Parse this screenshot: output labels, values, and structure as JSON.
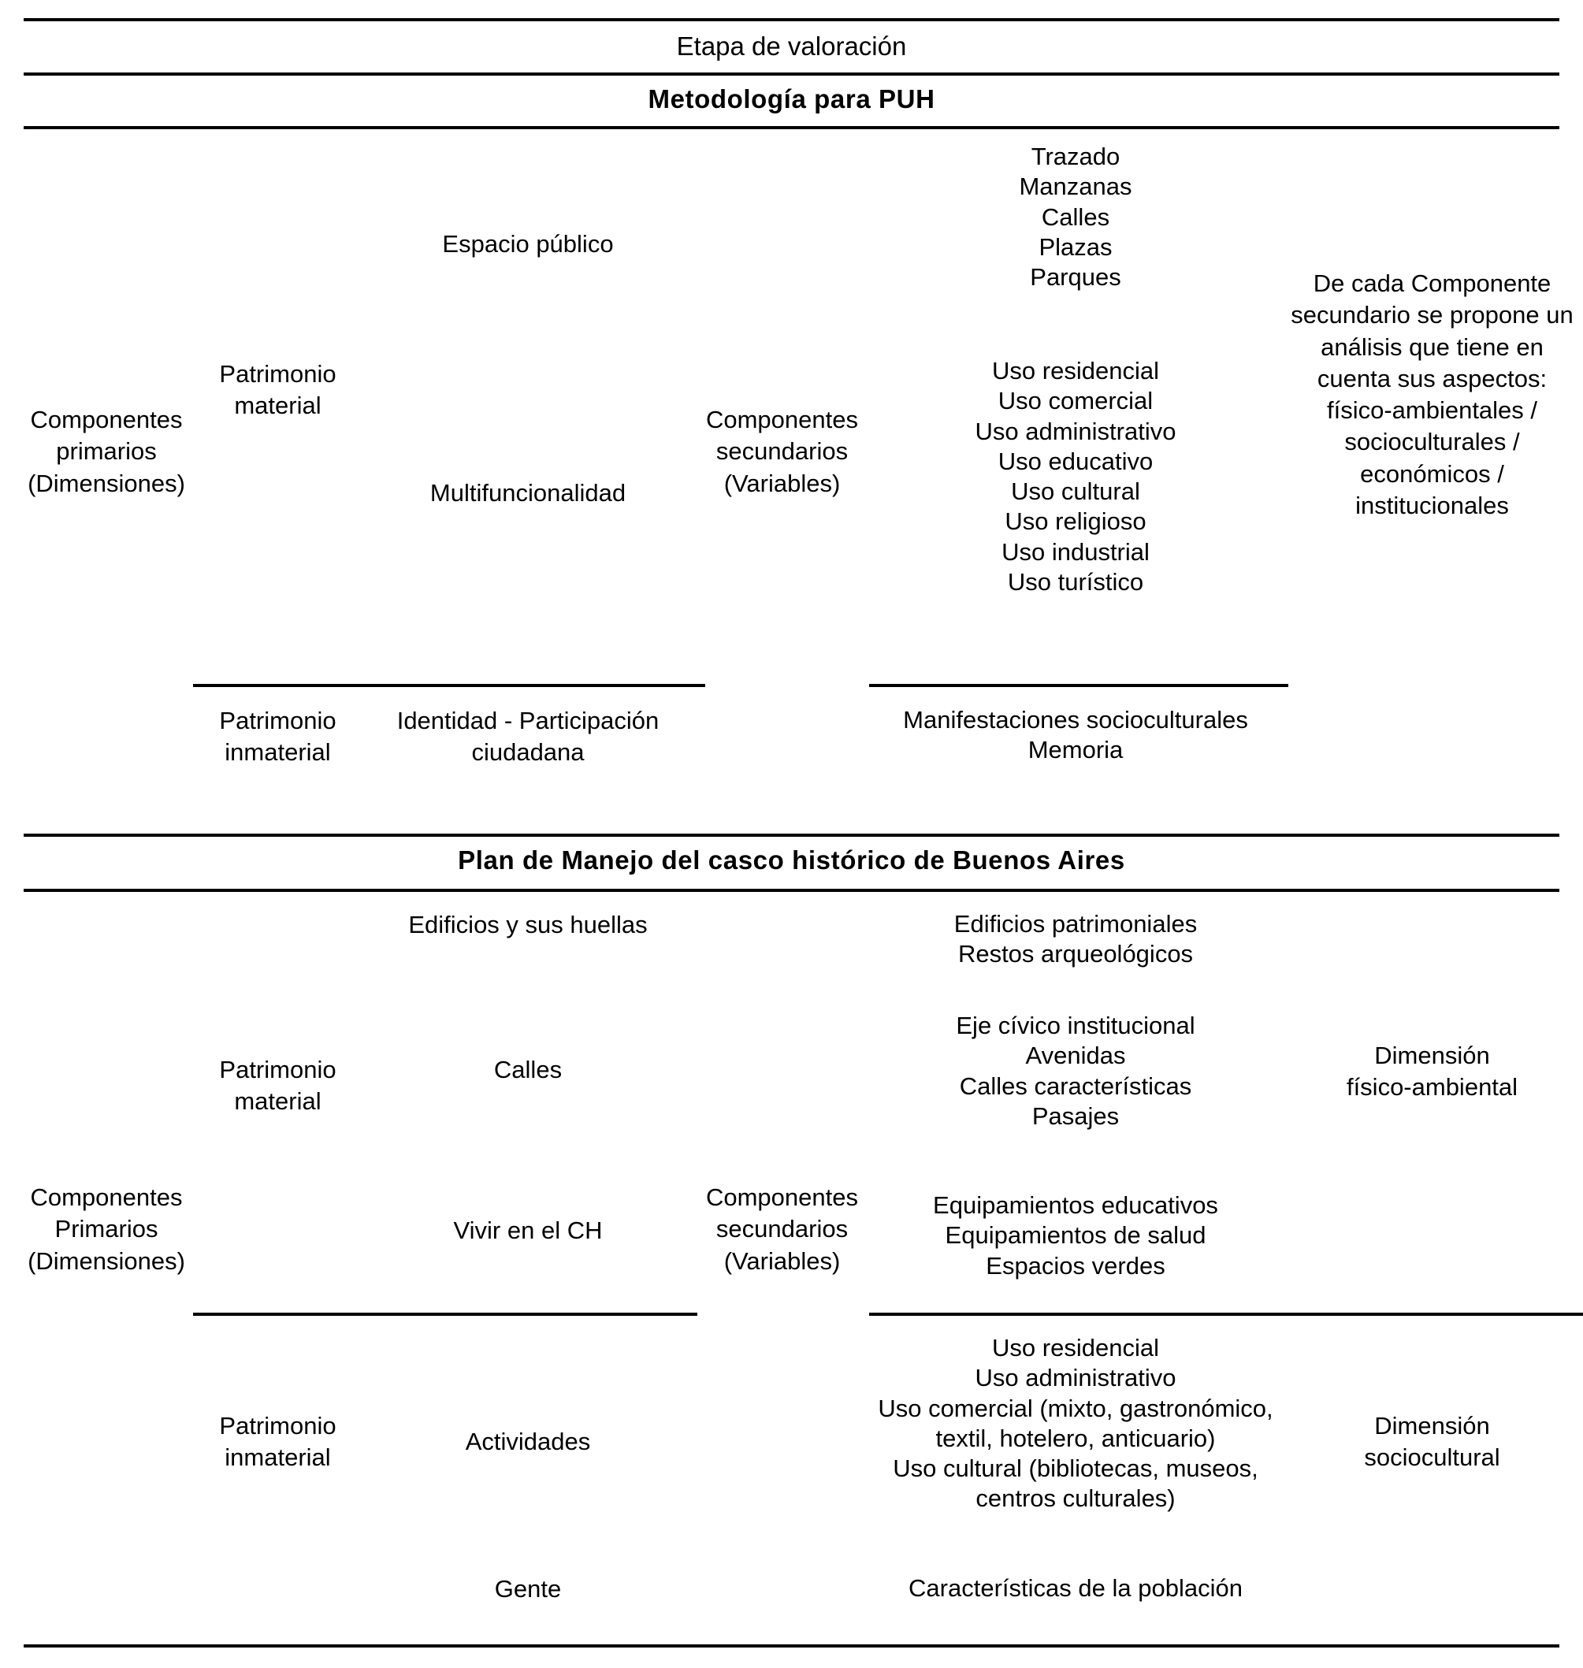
{
  "document": {
    "title": "Etapa de valoración"
  },
  "sections": [
    {
      "id": "puh",
      "header": "Metodología para PUH",
      "col_primary": "Componentes\nprimarios\n(Dimensiones)",
      "col_secondary": "Componentes\nsecundarios\n(Variables)",
      "rows": [
        {
          "heritage": "Patrimonio\nmaterial",
          "groups": [
            {
              "category": "Espacio público",
              "variables": [
                "Trazado",
                "Manzanas",
                "Calles",
                "Plazas",
                "Parques"
              ]
            },
            {
              "category": "Multifuncionalidad",
              "variables": [
                "Uso residencial",
                "Uso comercial",
                "Uso administrativo",
                "Uso educativo",
                "Uso cultural",
                "Uso religioso",
                "Uso industrial",
                "Uso turístico"
              ]
            }
          ]
        },
        {
          "heritage": "Patrimonio\ninmaterial",
          "groups": [
            {
              "category": "Identidad - Participación\nciudadana",
              "variables": [
                "Manifestaciones socioculturales",
                "Memoria"
              ]
            }
          ]
        }
      ],
      "analysis": "De cada Componente\nsecundario se propone un\nanálisis que tiene en\ncuenta sus aspectos:\nfísico-ambientales /\nsocioculturales /\neconómicos /\ninstitucionales"
    },
    {
      "id": "plan-manejo",
      "header": "Plan de Manejo del casco histórico de Buenos Aires",
      "col_primary": "Componentes\nPrimarios\n(Dimensiones)",
      "col_secondary": "Componentes\nsecundarios\n(Variables)",
      "rows": [
        {
          "heritage": "Patrimonio\nmaterial",
          "groups": [
            {
              "category": "Edificios y sus huellas",
              "variables": [
                "Edificios patrimoniales",
                "Restos arqueológicos"
              ]
            },
            {
              "category": "Calles",
              "variables": [
                "Eje cívico institucional",
                "Avenidas",
                "Calles características",
                "Pasajes"
              ]
            },
            {
              "category": "Vivir en el CH",
              "variables": [
                "Equipamientos educativos",
                "Equipamientos de salud",
                "Espacios verdes"
              ]
            }
          ],
          "dimension": "Dimensión\nfísico-ambiental"
        },
        {
          "heritage": "Patrimonio\ninmaterial",
          "groups": [
            {
              "category": "Actividades",
              "variables": [
                "Uso residencial",
                "Uso administrativo",
                "Uso comercial (mixto, gastronómico,\ntextil, hotelero, anticuario)",
                "Uso cultural (bibliotecas, museos,\ncentros culturales)"
              ]
            },
            {
              "category": "Gente",
              "variables": [
                "Características de la población"
              ]
            }
          ],
          "dimension": "Dimensión\nsociocultural"
        }
      ]
    }
  ]
}
